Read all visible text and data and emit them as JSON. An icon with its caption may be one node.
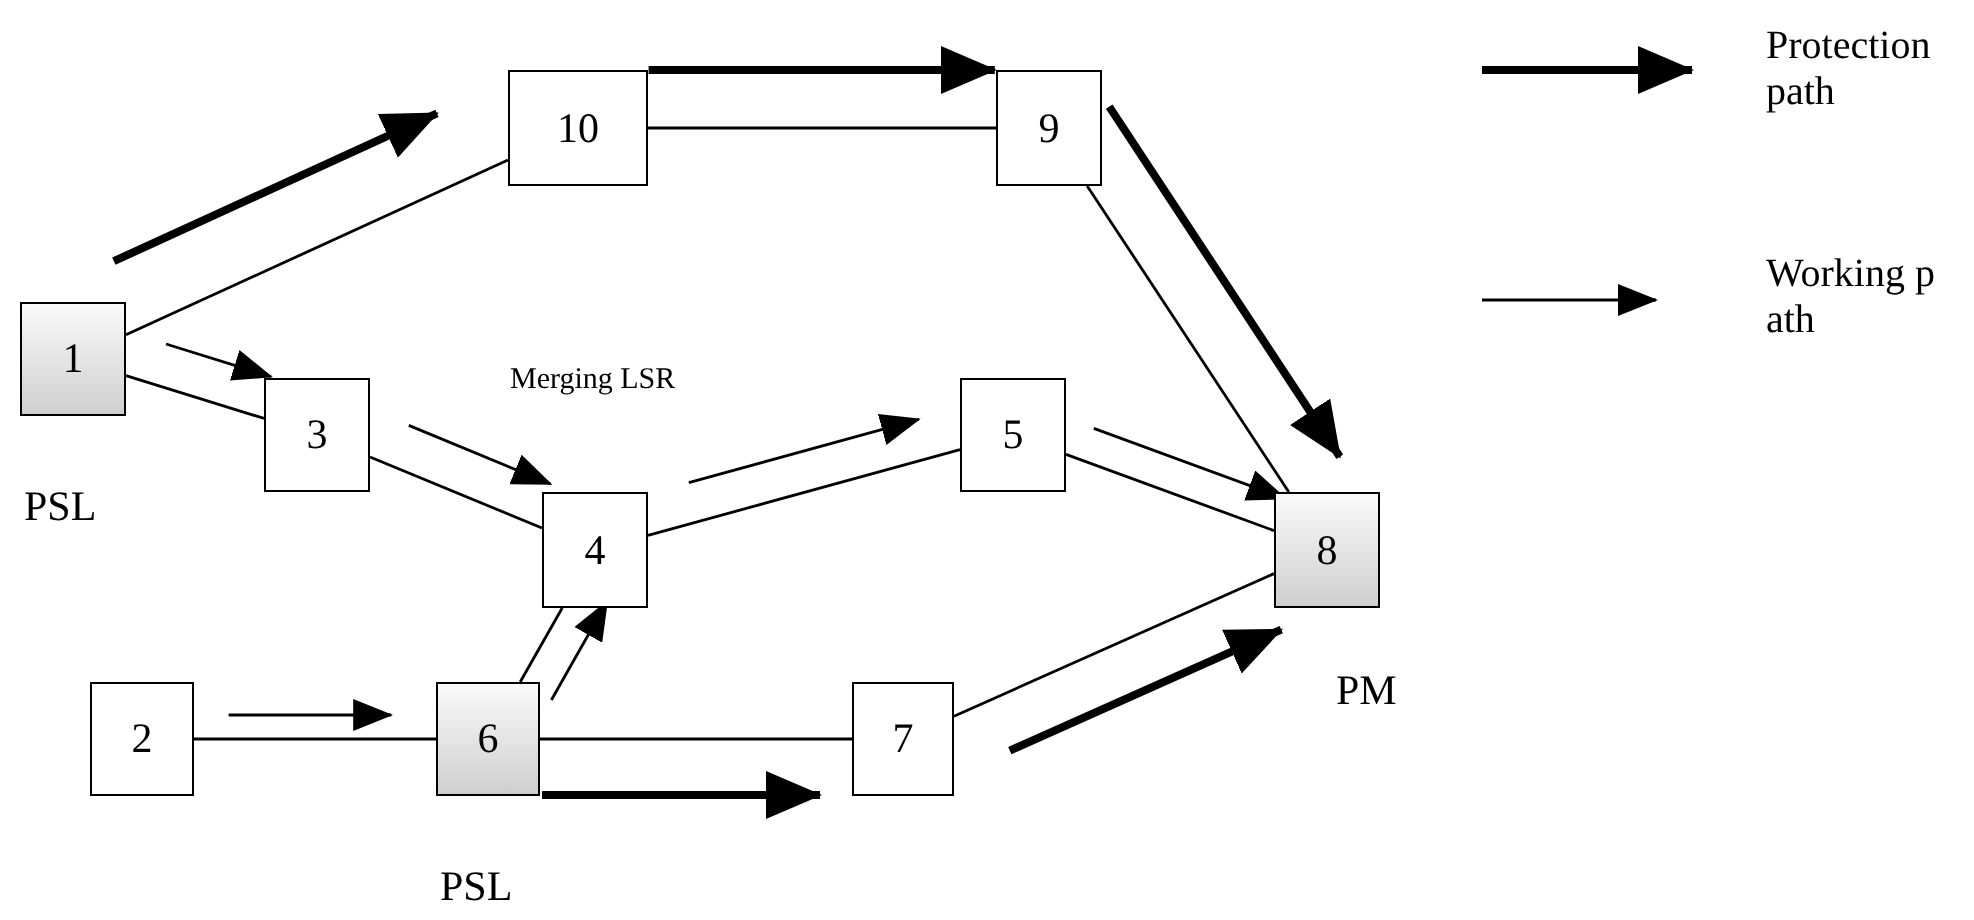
{
  "diagram": {
    "nodes": [
      {
        "text": [
          "1"
        ],
        "beside": [
          "PSL"
        ]
      },
      {
        "text": [
          "10"
        ]
      },
      {
        "text": [
          "9"
        ]
      },
      {
        "text": [
          "3"
        ]
      },
      {
        "text": [
          "4"
        ]
      },
      {
        "text": [
          "5"
        ]
      },
      {
        "text": [
          "8"
        ],
        "beside": [
          "PM"
        ]
      },
      {
        "text": [
          "2"
        ]
      },
      {
        "text": [
          "6"
        ],
        "beside": [
          "PSL"
        ]
      },
      {
        "text": [
          "7"
        ]
      }
    ],
    "edges": [
      {
        "from": 0,
        "to": 1,
        "arrow": "none"
      },
      {
        "from": 1,
        "to": 2,
        "arrow": "none"
      },
      {
        "from": 2,
        "to": 6,
        "arrow": "none"
      },
      {
        "from": 0,
        "to": 3,
        "arrow": "none"
      },
      {
        "from": 3,
        "to": 4,
        "arrow": "none"
      },
      {
        "from": 4,
        "to": 5,
        "arrow": "none"
      },
      {
        "from": 5,
        "to": 6,
        "arrow": "none"
      },
      {
        "from": 7,
        "to": 8,
        "arrow": "none"
      },
      {
        "from": 8,
        "to": 4,
        "arrow": "none"
      },
      {
        "from": 8,
        "to": 9,
        "arrow": "none"
      },
      {
        "from": 9,
        "to": 6,
        "arrow": "none"
      },
      {
        "from": 0,
        "to": 3,
        "arrow": "to"
      },
      {
        "from": 0,
        "to": 1,
        "arrow": "to",
        "style": "thick"
      },
      {
        "from": 1,
        "to": 2,
        "arrow": "to",
        "style": "thick"
      },
      {
        "from": 2,
        "to": 6,
        "arrow": "to",
        "style": "thick"
      },
      {
        "from": 3,
        "to": 4,
        "arrow": "to"
      },
      {
        "from": 4,
        "to": 5,
        "arrow": "to"
      },
      {
        "from": 5,
        "to": 6,
        "arrow": "to"
      },
      {
        "from": 7,
        "to": 8,
        "arrow": "to"
      },
      {
        "from": 8,
        "to": 4,
        "arrow": "to"
      },
      {
        "from": 8,
        "to": 9,
        "arrow": "to",
        "style": "thick"
      },
      {
        "from": 9,
        "to": 6,
        "arrow": "to",
        "style": "thick"
      }
    ],
    "labels": [
      "Merging LSR"
    ],
    "legend": [
      {
        "text": "Protection path"
      },
      {
        "text": "Working path"
      }
    ]
  }
}
